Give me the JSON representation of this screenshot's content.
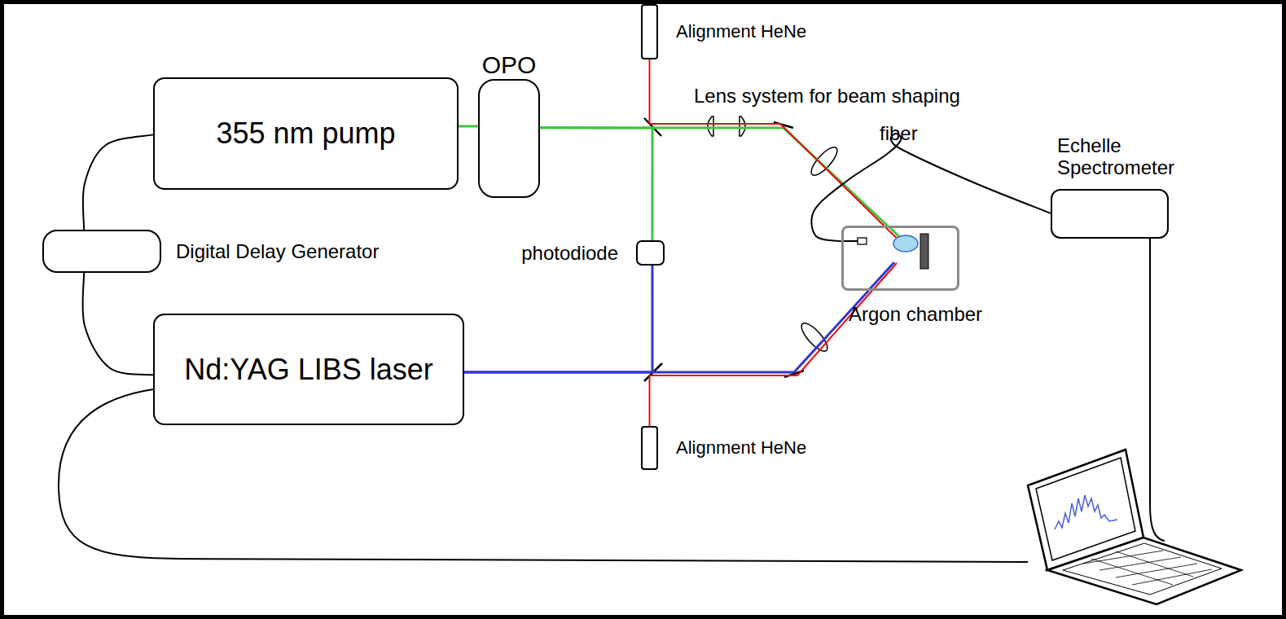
{
  "diagram": {
    "nodes": [
      {
        "text": [
          "Alignment HeNe"
        ]
      },
      {
        "text": [
          "OPO"
        ]
      },
      {
        "text": [
          "355 nm pump"
        ]
      },
      {
        "text": [
          "Echelle Spectrometer"
        ]
      },
      {
        "text": [
          "Digital Delay Generator"
        ]
      },
      {
        "text": [
          "photodiode"
        ]
      },
      {
        "text": [
          "Argon chamber"
        ]
      },
      {
        "text": [
          "Nd:YAG LIBS laser"
        ]
      },
      {
        "text": [
          "Alignment HeNe"
        ]
      }
    ],
    "edges": [
      {
        "from": 2,
        "to": 1,
        "arrow": "none"
      },
      {
        "from": 1,
        "to": 6,
        "arrow": "none"
      },
      {
        "from": 1,
        "to": 5,
        "arrow": "none"
      },
      {
        "from": 0,
        "to": 6,
        "arrow": "none"
      },
      {
        "from": 7,
        "to": 5,
        "arrow": "none"
      },
      {
        "from": 7,
        "to": 6,
        "arrow": "none"
      },
      {
        "from": 8,
        "to": 6,
        "arrow": "none"
      },
      {
        "from": 4,
        "to": 2,
        "arrow": "none"
      },
      {
        "from": 4,
        "to": 7,
        "arrow": "none"
      },
      {
        "from": 6,
        "to": 3,
        "arrow": "none"
      }
    ],
    "labels": [
      "Lens system for beam shaping",
      "fiber"
    ]
  }
}
